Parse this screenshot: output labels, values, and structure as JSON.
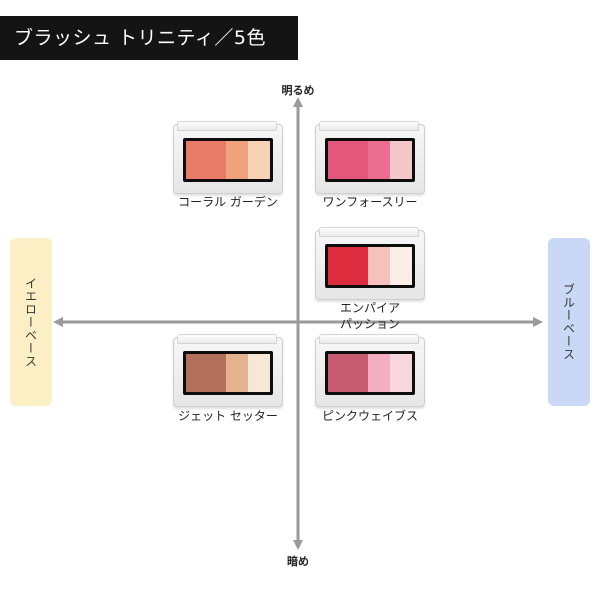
{
  "title": "ブラッシュ トリニティ／5色",
  "axes": {
    "top": "明るめ",
    "bottom": "暗め",
    "left": "イエローベース",
    "right": "ブルーベース"
  },
  "colors": {
    "title_bg": "#141414",
    "axis": "#9a9a9a",
    "yellow_base_bg": "#fcefc6",
    "blue_base_bg": "#c9d8f7"
  },
  "products": [
    {
      "name": "コーラル ガーデン",
      "swatches": [
        "#e97b6a",
        "#f0a27c",
        "#f6d2b6"
      ]
    },
    {
      "name": "ワンフォースリー",
      "swatches": [
        "#e2577b",
        "#ec6d92",
        "#f6c7c8"
      ]
    },
    {
      "name": "エンパイア",
      "name_line2": "パッション",
      "swatches": [
        "#dd2c3d",
        "#f6c1bd",
        "#fbeee6"
      ]
    },
    {
      "name": "ジェット セッター",
      "swatches": [
        "#b5705d",
        "#e3b38d",
        "#f7e7d6"
      ]
    },
    {
      "name": "ピンクウェイブス",
      "swatches": [
        "#c65b72",
        "#f4aec4",
        "#f6d7df"
      ]
    }
  ]
}
